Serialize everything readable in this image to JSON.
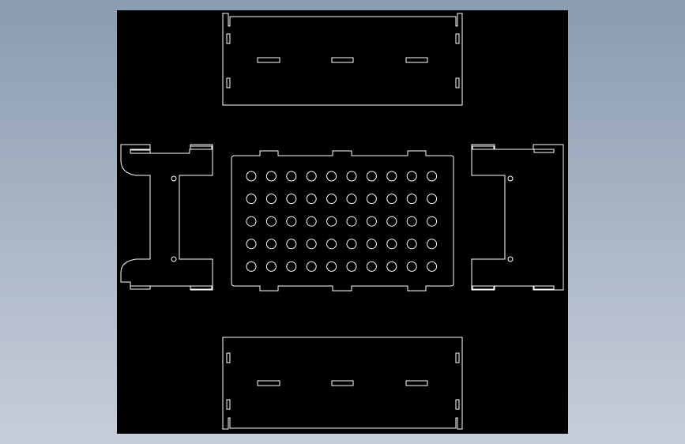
{
  "viewport": {
    "background": "#9aa8ba",
    "canvas_color": "#000000",
    "line_color": "#ffffff"
  },
  "drawing": {
    "parts": [
      {
        "name": "top-side-panel",
        "slots": 3
      },
      {
        "name": "left-end-panel",
        "holes": 2
      },
      {
        "name": "center-grid-panel",
        "holes_rows": 5,
        "holes_cols": 10
      },
      {
        "name": "right-end-panel",
        "holes": 2
      },
      {
        "name": "bottom-side-panel",
        "slots": 3
      }
    ]
  }
}
